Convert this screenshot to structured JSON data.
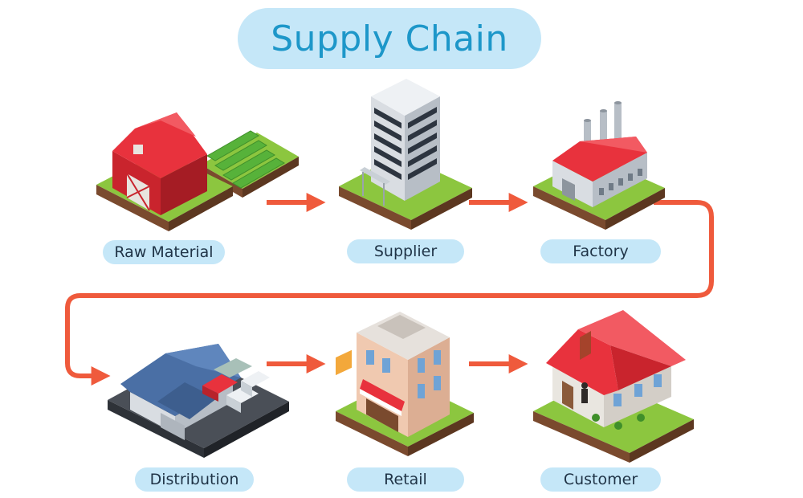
{
  "title": "Supply Chain",
  "colors": {
    "accent_arrow": "#ef5a3c",
    "label_pill": "#c5e7f8",
    "title_text": "#1d97c9",
    "grass": "#8cc63f",
    "soil": "#7a4a2e",
    "roof_red": "#e8323d"
  },
  "stages": [
    {
      "id": "raw-material",
      "label": "Raw Material",
      "icon": "barn-farm-icon"
    },
    {
      "id": "supplier",
      "label": "Supplier",
      "icon": "office-tower-icon"
    },
    {
      "id": "factory",
      "label": "Factory",
      "icon": "factory-icon"
    },
    {
      "id": "distribution",
      "label": "Distribution",
      "icon": "warehouse-trucks-icon"
    },
    {
      "id": "retail",
      "label": "Retail",
      "icon": "retail-store-icon"
    },
    {
      "id": "customer",
      "label": "Customer",
      "icon": "house-icon"
    }
  ]
}
